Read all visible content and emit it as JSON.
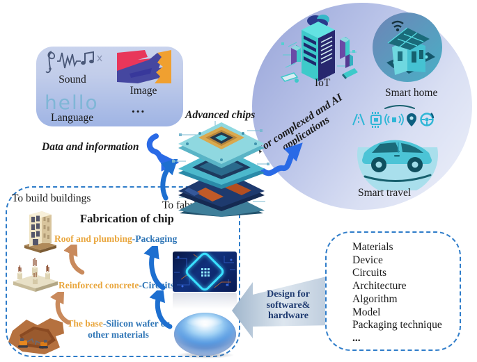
{
  "figure": {
    "data_box": {
      "sound_label": "Sound",
      "image_label": "Image",
      "language_word": "hello",
      "language_label": "Language",
      "ellipsis": "..."
    },
    "flow_labels": {
      "data_info": "Data and information",
      "advanced_chips": "Advanced chips",
      "to_fabricate": "To fabricate chips",
      "applications_line1": "For complexed and AI",
      "applications_line2": "applications"
    },
    "applications": {
      "iot": "IoT",
      "smart_home": "Smart home",
      "smart_travel": "Smart travel"
    },
    "fabrication": {
      "corner_label": "To build buildings",
      "title": "Fabrication of chip",
      "separator": "-",
      "stages": [
        {
          "building": "Roof and plumbing",
          "chip": "Packaging"
        },
        {
          "building": "Reinforced concrete",
          "chip": "Circuits"
        },
        {
          "building": "The base",
          "chip": "Silicon wafer or other materials"
        }
      ]
    },
    "design_arrow": {
      "line1": "Design for",
      "line2": "software&",
      "line3": "hardware"
    },
    "design_box": {
      "items": [
        "Materials",
        "Device",
        "Circuits",
        "Architecture",
        "Algorithm",
        "Model",
        "Packaging technique",
        "..."
      ]
    },
    "colors": {
      "stage_building_text": "#E9A63D",
      "stage_chip_text": "#2E75B6",
      "dashed_border": "#2E7CC9",
      "squiggle_arrow": "#2A6AE6",
      "curved_blue_arrow": "#1D6FD0",
      "curved_orange_arrow": "#C98A5C",
      "design_arrow_fill": "#B9C9DC",
      "design_text": "#1E3A70",
      "circle_gradient_start": "#96A3D8",
      "circle_gradient_end": "#EEF1FA",
      "data_box_gradient_start": "#C9D3ED",
      "data_box_gradient_end": "#9FB4E4"
    }
  }
}
